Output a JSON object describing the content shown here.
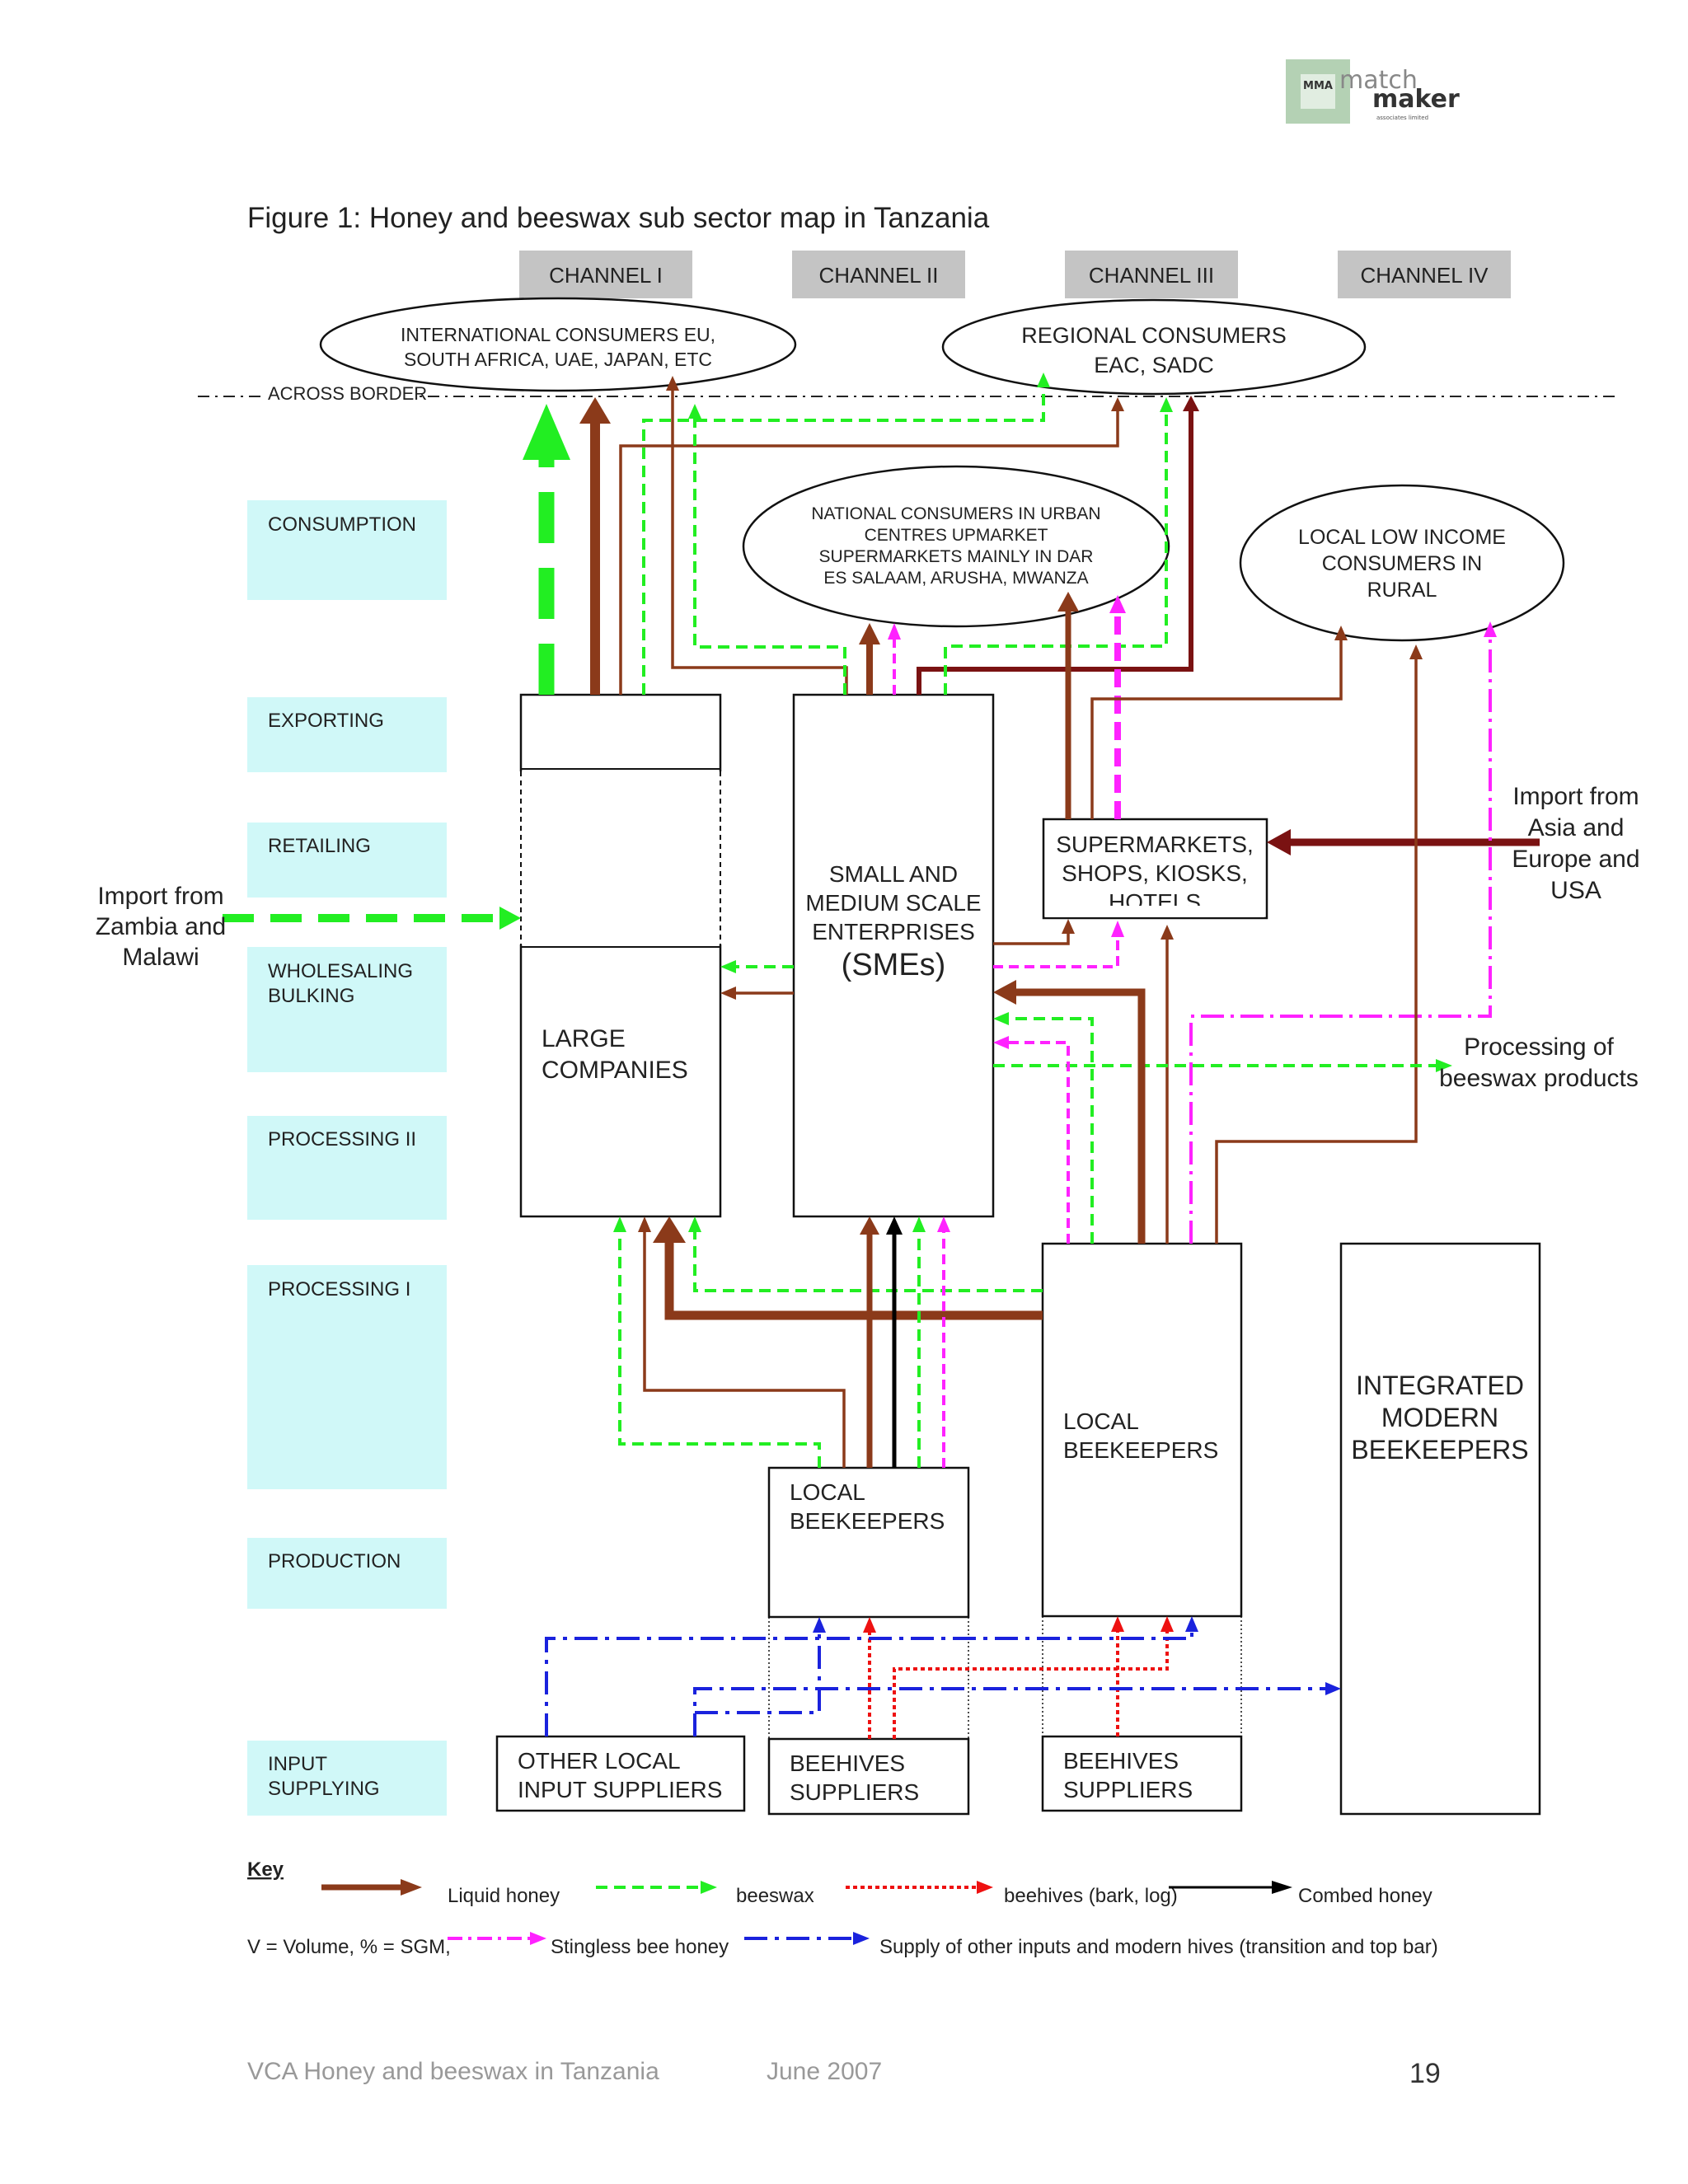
{
  "logo": {
    "word1": "match",
    "word2": "maker",
    "tagline": "associates limited",
    "monogram": "MMA"
  },
  "figure_title": "Figure 1: Honey and beeswax sub sector map in Tanzania",
  "channels": [
    "CHANNEL I",
    "CHANNEL II",
    "CHANNEL III",
    "CHANNEL IV"
  ],
  "across_border": "ACROSS BORDER",
  "stages": [
    "CONSUMPTION",
    "EXPORTING",
    "RETAILING",
    "WHOLESALING",
    "BULKING",
    "PROCESSING II",
    "PROCESSING I",
    "PRODUCTION",
    "INPUT",
    "SUPPLYING"
  ],
  "consumers": {
    "international": [
      "INTERNATIONAL CONSUMERS EU,",
      "SOUTH AFRICA, UAE, JAPAN, ETC"
    ],
    "regional": [
      "REGIONAL CONSUMERS",
      "EAC, SADC"
    ],
    "national": [
      "NATIONAL CONSUMERS IN URBAN",
      "CENTRES UPMARKET",
      "SUPERMARKETS MAINLY IN DAR",
      "ES SALAAM, ARUSHA, MWANZA"
    ],
    "local_low_income": [
      "LOCAL LOW INCOME",
      "CONSUMERS IN",
      "RURAL"
    ]
  },
  "actors": {
    "large_companies": [
      "LARGE",
      "COMPANIES"
    ],
    "smes": [
      "SMALL AND",
      "MEDIUM SCALE",
      "ENTERPRISES",
      "(SMEs)"
    ],
    "supermarkets": [
      "SUPERMARKETS,",
      "SHOPS, KIOSKS,",
      "HOTELS"
    ],
    "local_beekeepers_small": [
      "LOCAL",
      "BEEKEEPERS"
    ],
    "local_beekeepers_large": [
      "LOCAL",
      "BEEKEEPERS"
    ],
    "integrated": [
      "INTEGRATED",
      "MODERN",
      "BEEKEEPERS"
    ],
    "other_local_suppliers": [
      "OTHER LOCAL",
      "INPUT SUPPLIERS"
    ],
    "beehives_suppliers_1": [
      "BEEHIVES",
      "SUPPLIERS"
    ],
    "beehives_suppliers_2": [
      "BEEHIVES",
      "SUPPLIERS"
    ]
  },
  "external": {
    "import_zambia": [
      "Import from",
      "Zambia and",
      "Malawi"
    ],
    "import_asia": [
      "Import from",
      "Asia and",
      "Europe and",
      "USA"
    ],
    "processing_beeswax": [
      "Processing of",
      "beeswax products"
    ]
  },
  "key": {
    "title": "Key",
    "liquid_honey": "Liquid honey",
    "beeswax": "beeswax",
    "beehives": "beehives (bark, log)",
    "combed_honey": "Combed honey",
    "volume_note": "V = Volume, % = SGM,",
    "stingless": "Stingless bee honey",
    "other_inputs": "Supply of other inputs and modern hives (transition and top bar)"
  },
  "footer": {
    "left": "VCA Honey and beeswax in Tanzania",
    "center": "June 2007",
    "page_number": "19"
  },
  "colors": {
    "liquid_honey": "#8B3A1A",
    "beeswax": "#22EE22",
    "beehives": "#EE1111",
    "combed_honey": "#000000",
    "stingless": "#FF22FF",
    "other_inputs": "#1A22DD",
    "dark_honey": "#7A1212",
    "stage_bg": "#D0F8F8",
    "channel_bg": "#C4C4C4"
  }
}
